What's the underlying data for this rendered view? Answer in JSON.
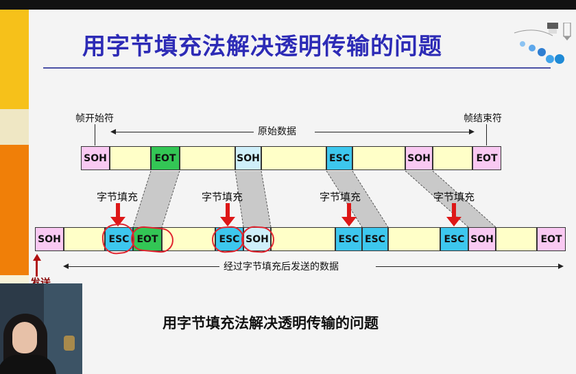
{
  "slide": {
    "title": "用字节填充法解决透明传输的问题",
    "caption": "用字节填充法解决透明传输的问题"
  },
  "labels": {
    "frame_start": "帧开始符",
    "frame_end": "帧结束符",
    "original_data": "原始数据",
    "stuffed_data": "经过字节填充后发送的数据",
    "send": "发送",
    "byte_stuffing": "字节填充"
  },
  "original_row": [
    {
      "text": "SOH",
      "color": "#f9c9f2"
    },
    {
      "text": "",
      "color": "#ffffc8"
    },
    {
      "text": "EOT",
      "color": "#33c655"
    },
    {
      "text": "",
      "color": "#ffffc8"
    },
    {
      "text": "SOH",
      "color": "#cfeffa"
    },
    {
      "text": "",
      "color": "#ffffc8"
    },
    {
      "text": "ESC",
      "color": "#3dc7ee"
    },
    {
      "text": "",
      "color": "#ffffc8"
    },
    {
      "text": "SOH",
      "color": "#f9c9f2"
    },
    {
      "text": "",
      "color": "#ffffc8"
    },
    {
      "text": "EOT",
      "color": "#f9c9f2"
    }
  ],
  "stuffed_row": [
    {
      "text": "SOH",
      "color": "#f9c9f2"
    },
    {
      "text": "",
      "color": "#ffffc8"
    },
    {
      "text": "ESC",
      "color": "#3dc7ee"
    },
    {
      "text": "EOT",
      "color": "#33c655"
    },
    {
      "text": "",
      "color": "#ffffc8"
    },
    {
      "text": "ESC",
      "color": "#3dc7ee"
    },
    {
      "text": "SOH",
      "color": "#cfeffa"
    },
    {
      "text": "",
      "color": "#ffffc8"
    },
    {
      "text": "ESC",
      "color": "#3dc7ee"
    },
    {
      "text": "ESC",
      "color": "#3dc7ee"
    },
    {
      "text": "",
      "color": "#ffffc8"
    },
    {
      "text": "ESC",
      "color": "#3dc7ee"
    },
    {
      "text": "SOH",
      "color": "#f9c9f2"
    },
    {
      "text": "",
      "color": "#ffffc8"
    },
    {
      "text": "EOT",
      "color": "#f9c9f2"
    }
  ]
}
